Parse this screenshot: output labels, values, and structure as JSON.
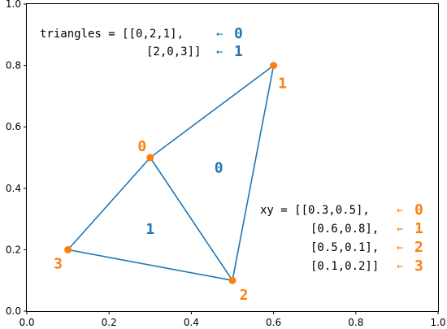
{
  "chart_data": {
    "type": "triangulation",
    "xlim": [
      0,
      1
    ],
    "ylim": [
      0,
      1
    ],
    "x_ticks": [
      "0.0",
      "0.2",
      "0.4",
      "0.6",
      "0.8",
      "1.0"
    ],
    "y_ticks": [
      "0.0",
      "0.2",
      "0.4",
      "0.6",
      "0.8",
      "1.0"
    ],
    "grid": false,
    "colors": {
      "edges": "#1f77b4",
      "points": "#ff7f0e"
    },
    "points": [
      {
        "label": "0",
        "x": 0.3,
        "y": 0.5
      },
      {
        "label": "1",
        "x": 0.6,
        "y": 0.8
      },
      {
        "label": "2",
        "x": 0.5,
        "y": 0.1
      },
      {
        "label": "3",
        "x": 0.1,
        "y": 0.2
      }
    ],
    "triangles": [
      {
        "label": "0",
        "indices": [
          0,
          2,
          1
        ]
      },
      {
        "label": "1",
        "indices": [
          2,
          0,
          3
        ]
      }
    ],
    "annotations": {
      "triangles_code": [
        "triangles = [[0,2,1],",
        "[2,0,3]]"
      ],
      "xy_code": [
        "xy = [[0.3,0.5],",
        "[0.6,0.8],",
        "[0.5,0.1],",
        "[0.1,0.2]]"
      ],
      "arrow": "←"
    }
  }
}
